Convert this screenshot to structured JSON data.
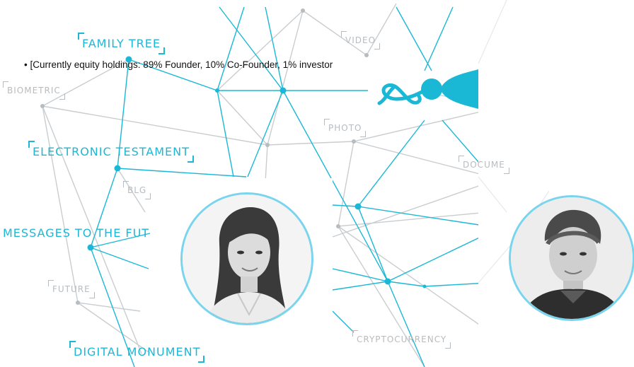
{
  "header": {
    "holdings_bullet": "• [Currently equity holdings: 89% Founder, 10% Co-Founder, 1% investor"
  },
  "labels": {
    "family_tree": "FAMILY TREE",
    "biometric": "BIOMETRIC",
    "video": "VIDEO",
    "photo": "PHOTO",
    "electronic_testament": "ELECTRONIC TESTAMENT",
    "documents": "DOCUME",
    "blog": "BLG",
    "messages_to_the_future": "MESSAGES TO THE FUT",
    "future": "FUTURE",
    "cryptocurrency": "CRYPTOCURRENCY",
    "digital_monument": "DIGITAL MONUMENT"
  },
  "icons": {
    "logo": "infinity-sperm-logo-icon",
    "founder_photo": "woman-portrait-icon",
    "cofounder_photo": "man-portrait-icon"
  },
  "colors": {
    "accent": "#1bb8d6",
    "node_gray": "#b7bcc0",
    "portrait_ring": "#79d4ee"
  }
}
